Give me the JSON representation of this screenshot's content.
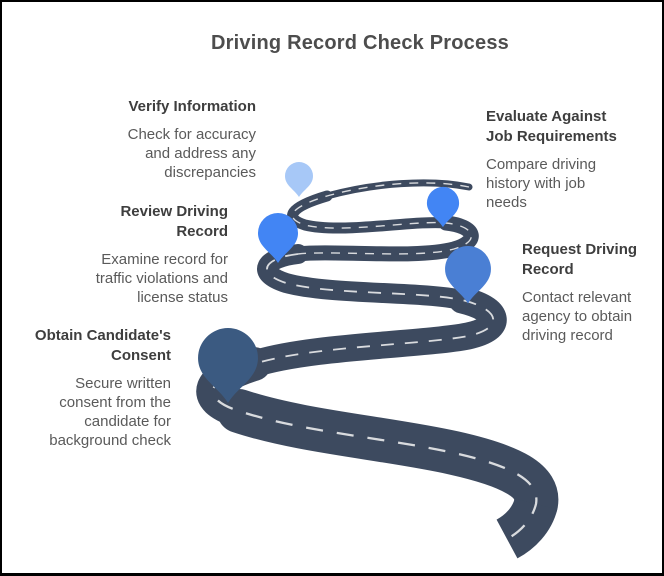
{
  "title": "Driving Record Check Process",
  "process": {
    "left_column": [
      {
        "heading": "Verify Information",
        "description": "Check for accuracy and address any discrepancies"
      },
      {
        "heading": "Review Driving Record",
        "description": "Examine record for traffic violations and license status"
      },
      {
        "heading": "Obtain Candidate's Consent",
        "description": "Secure written consent from the candidate for background check"
      }
    ],
    "right_column": [
      {
        "heading": "Evaluate Against Job Requirements",
        "description": "Compare driving history with job needs"
      },
      {
        "heading": "Request Driving Record",
        "description": "Contact relevant agency to obtain driving record"
      }
    ]
  },
  "road": {
    "color": "#3d4a5f",
    "dash_color": "#f5f5f5"
  },
  "pins": {
    "obtain_consent": "#3b5a81",
    "request_record": "#4a7fd4",
    "review_record": "#4285f4",
    "evaluate": "#4285f4",
    "verify": "#a7c8f7"
  },
  "colors": {
    "title_text": "#4d4d4d",
    "heading_text": "#3e3e3e",
    "body_text": "#5a5a5a",
    "background": "#ffffff",
    "border": "#000000"
  }
}
